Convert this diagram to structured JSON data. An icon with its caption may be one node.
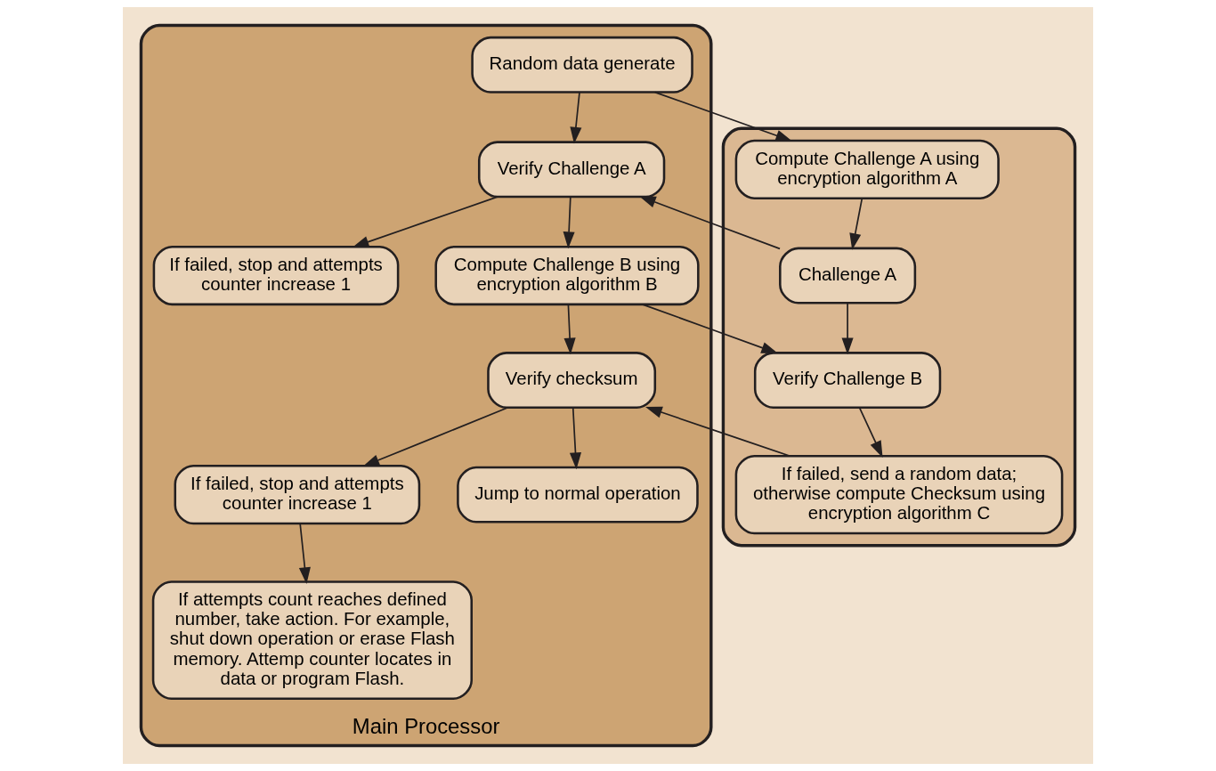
{
  "diagram": {
    "nodes": [
      {
        "text": [
          "Main Processor"
        ]
      },
      {
        "text": [],
        "shape": "box"
      },
      {
        "text": [
          "Random data generate"
        ],
        "in": 0
      },
      {
        "text": [
          "If failed, stop and attempts counter increase 1"
        ],
        "in": 0
      },
      {
        "text": [
          "Verify Challenge A"
        ],
        "in": 0
      },
      {
        "text": [
          "Compute Challenge B using encryption algorithm B"
        ],
        "in": 0
      },
      {
        "text": [
          "If failed, stop and attempts counter increase 1"
        ],
        "in": 0
      },
      {
        "text": [
          "Verify checksum"
        ],
        "in": 0
      },
      {
        "text": [
          "Jump to normal operation"
        ],
        "in": 0
      },
      {
        "text": [
          "If attempts count reaches defined number, take action. For example, shut down operation or erase Flash memory. Attemp counter locates in data or program Flash."
        ],
        "in": 0
      },
      {
        "text": [
          "Compute Challenge A using encryption algorithm A"
        ],
        "in": 1
      },
      {
        "text": [
          "Challenge A"
        ],
        "in": 1
      },
      {
        "text": [
          "Verify Challenge B"
        ],
        "in": 1
      },
      {
        "text": [
          "If failed, send a random data; otherwise compute Checksum using encryption algorithm C"
        ],
        "in": 1
      }
    ],
    "edges": [
      {
        "from": 2,
        "to": 10,
        "arrow": "to"
      },
      {
        "from": 2,
        "to": 4,
        "arrow": "to"
      },
      {
        "from": 10,
        "to": 11,
        "arrow": "to"
      },
      {
        "from": 11,
        "to": 4,
        "arrow": "to"
      },
      {
        "from": 4,
        "to": 3,
        "arrow": "to"
      },
      {
        "from": 4,
        "to": 5,
        "arrow": "to"
      },
      {
        "from": 5,
        "to": 12,
        "arrow": "to"
      },
      {
        "from": 11,
        "to": 12,
        "arrow": "to"
      },
      {
        "from": 5,
        "to": 7,
        "arrow": "to"
      },
      {
        "from": 12,
        "to": 13,
        "arrow": "to"
      },
      {
        "from": 13,
        "to": 7,
        "arrow": "to"
      },
      {
        "from": 7,
        "to": 6,
        "arrow": "to"
      },
      {
        "from": 7,
        "to": 8,
        "arrow": "to"
      },
      {
        "from": 6,
        "to": 9,
        "arrow": "to"
      }
    ]
  }
}
